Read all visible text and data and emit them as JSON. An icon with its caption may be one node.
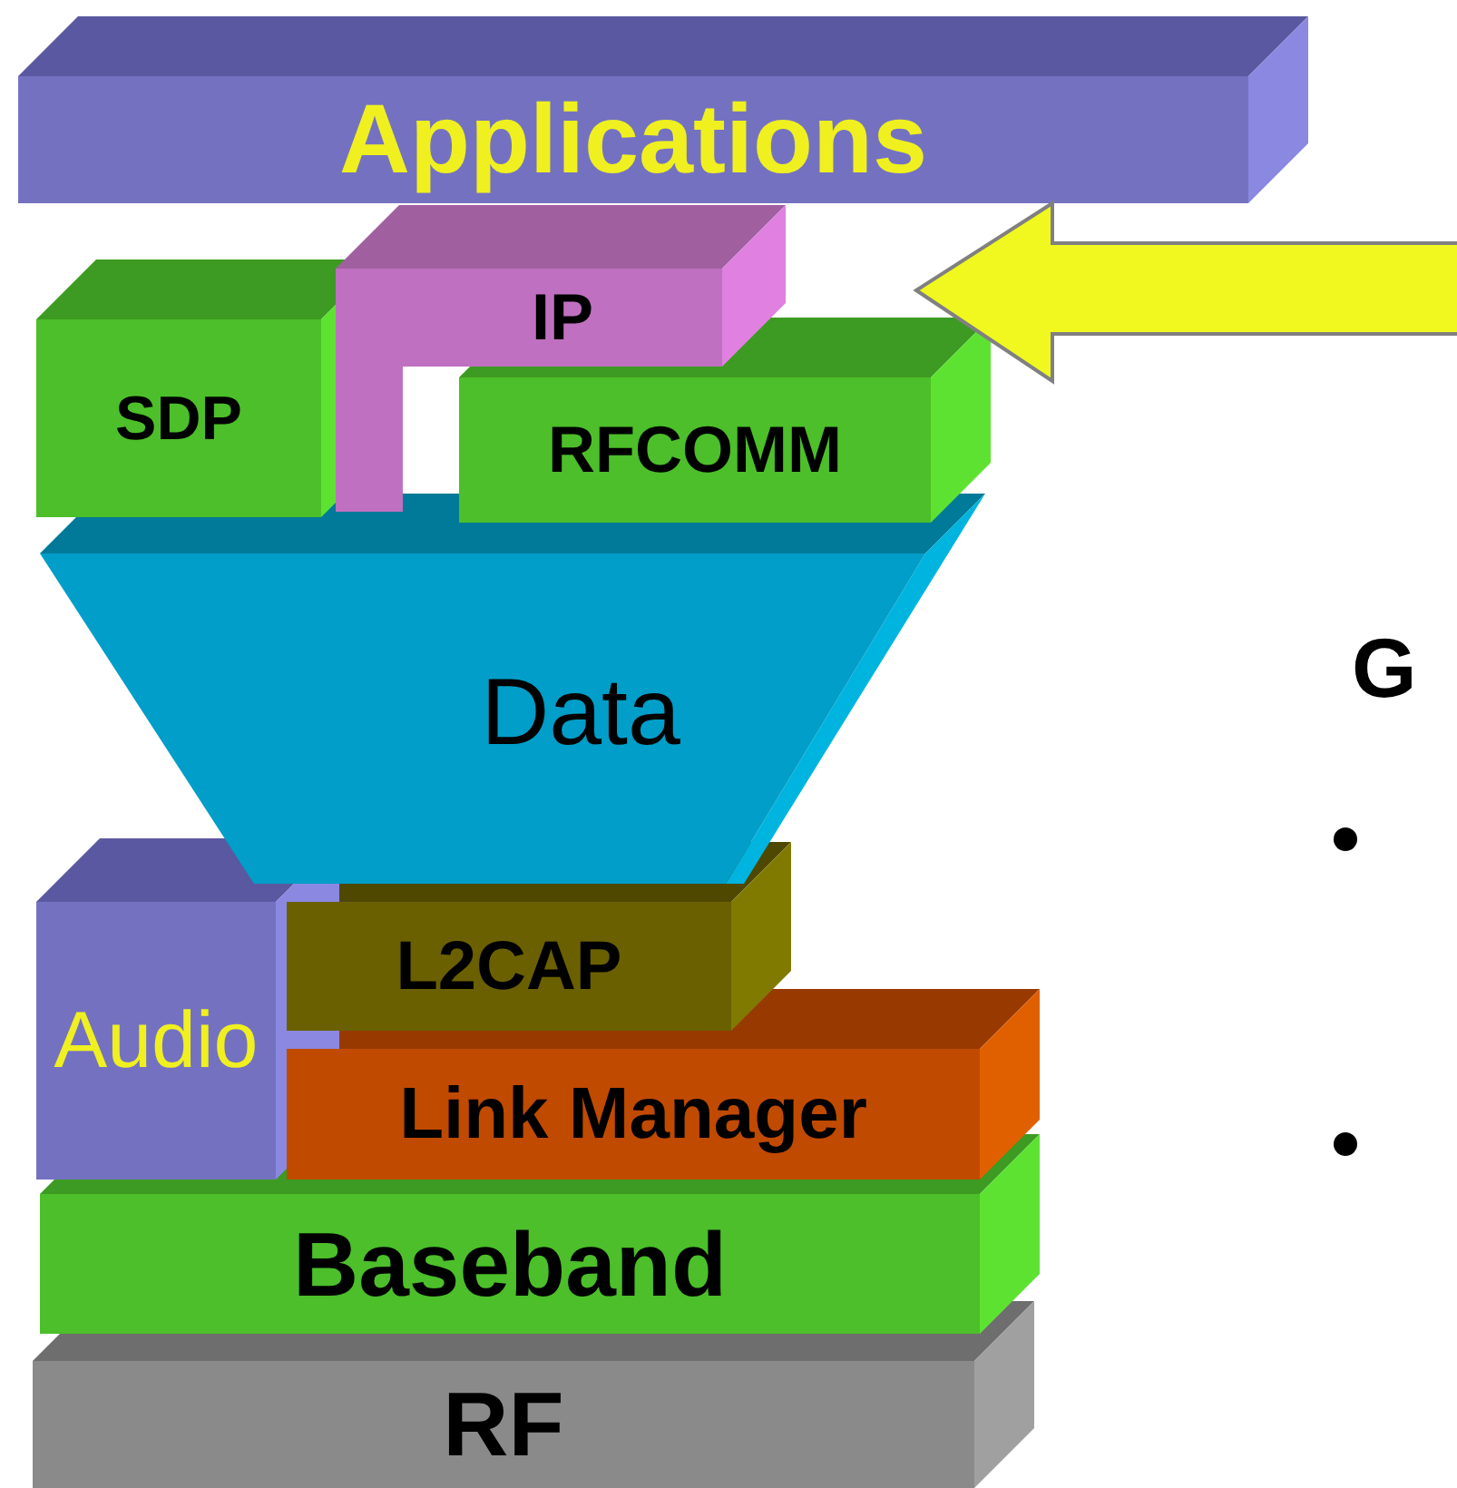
{
  "diagram": {
    "nodes": [
      {
        "text": [
          "Applications"
        ]
      },
      {
        "text": [
          "IP"
        ]
      },
      {
        "text": [
          "SDP"
        ]
      },
      {
        "text": [
          "RFCOMM"
        ]
      },
      {
        "text": [
          "Data"
        ]
      },
      {
        "text": [
          "Audio"
        ]
      },
      {
        "text": [
          "L2CAP"
        ]
      },
      {
        "text": [
          "Link Manager"
        ]
      },
      {
        "text": [
          "Baseband"
        ]
      },
      {
        "text": [
          "RF"
        ]
      }
    ],
    "labels": [
      "G"
    ]
  }
}
